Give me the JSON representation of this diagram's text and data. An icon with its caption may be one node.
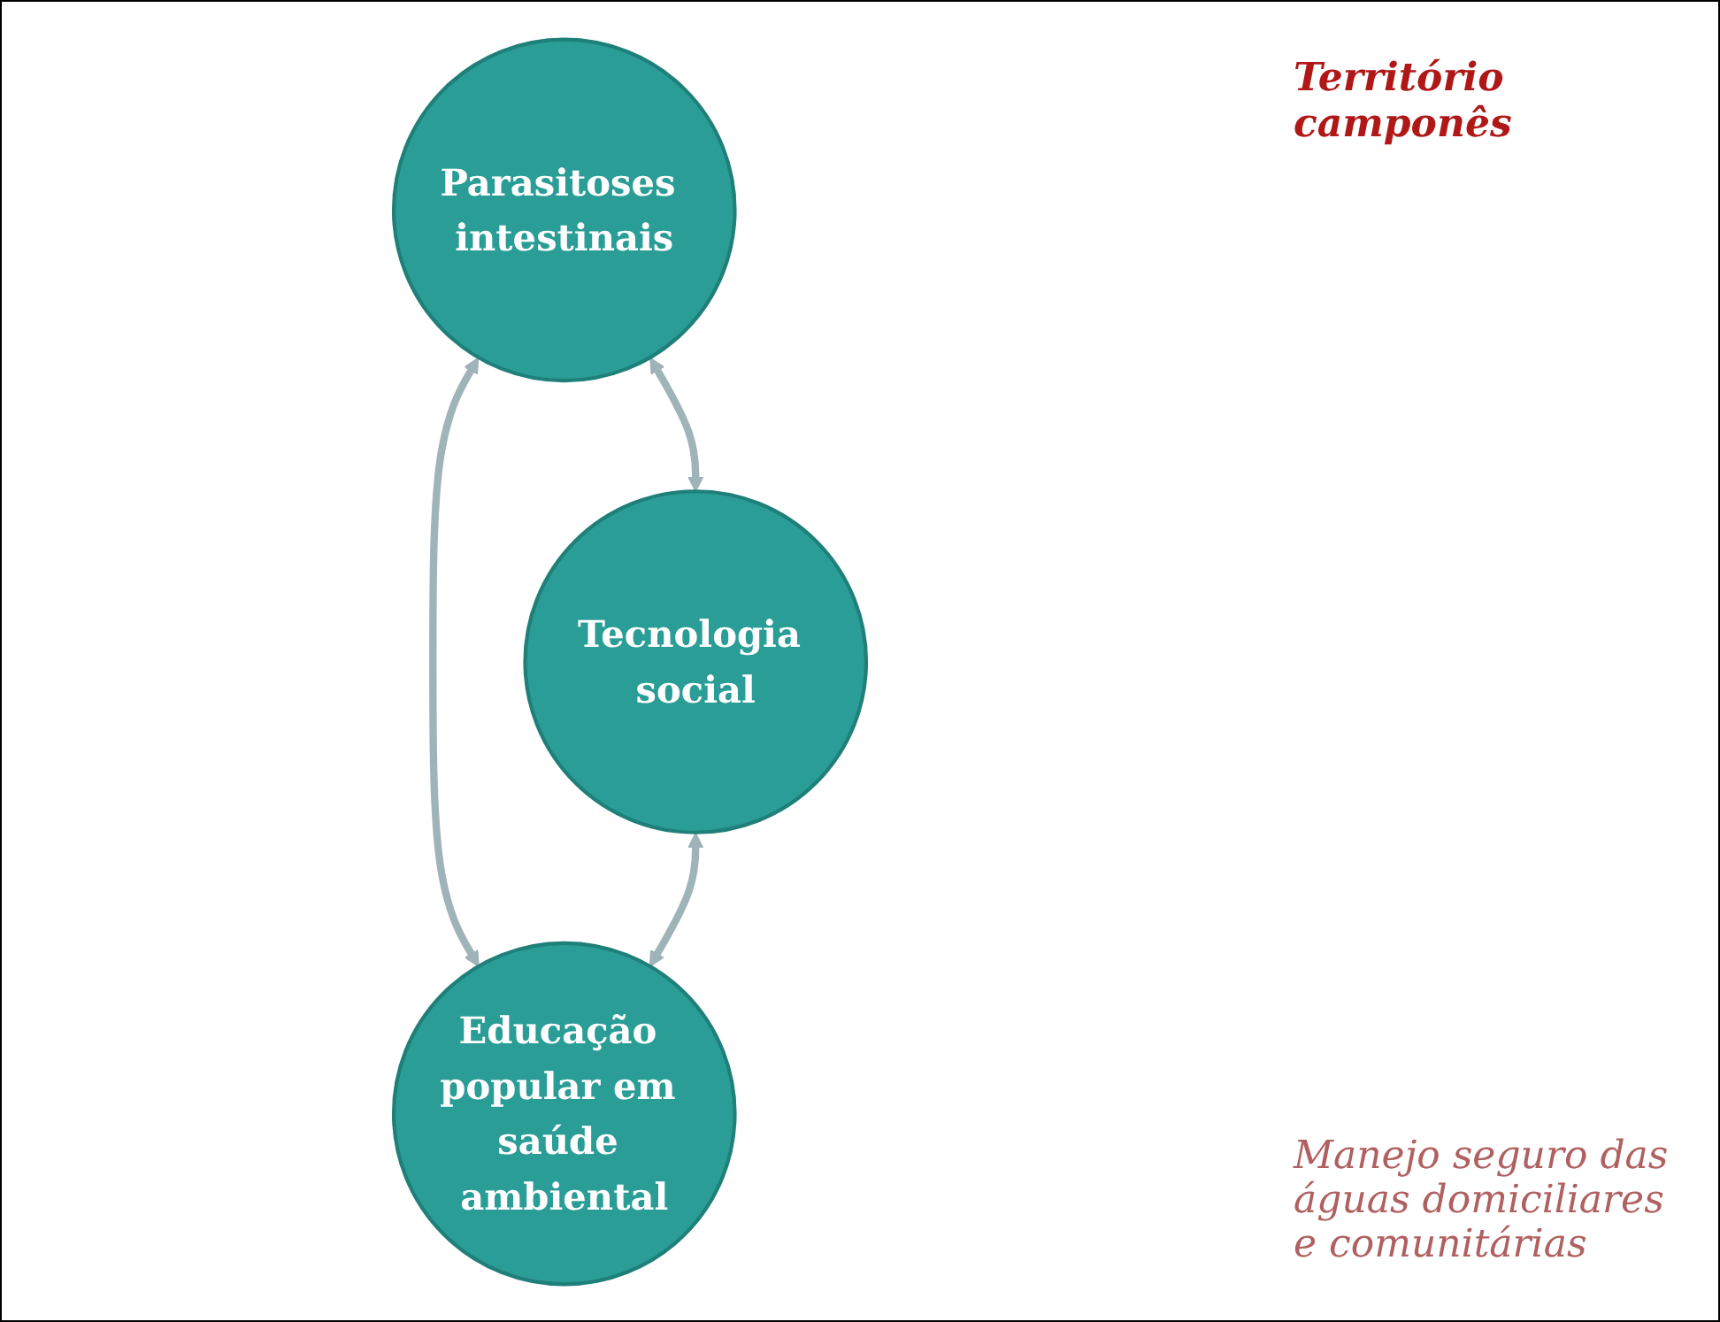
{
  "diagram": {
    "nodes": [
      {
        "text": [
          "Parasitoses intestinais"
        ]
      },
      {
        "text": [
          "Tecnologia social"
        ]
      },
      {
        "text": [
          "Educação popular em saúde ambiental"
        ]
      }
    ],
    "edges": [
      {
        "from": 0,
        "to": 1,
        "arrow": "both"
      },
      {
        "from": 0,
        "to": 2,
        "arrow": "both"
      },
      {
        "from": 1,
        "to": 2,
        "arrow": "both"
      }
    ],
    "labels": [
      "Território camponês",
      "Manejo seguro das águas domiciliares e comunitárias"
    ]
  }
}
